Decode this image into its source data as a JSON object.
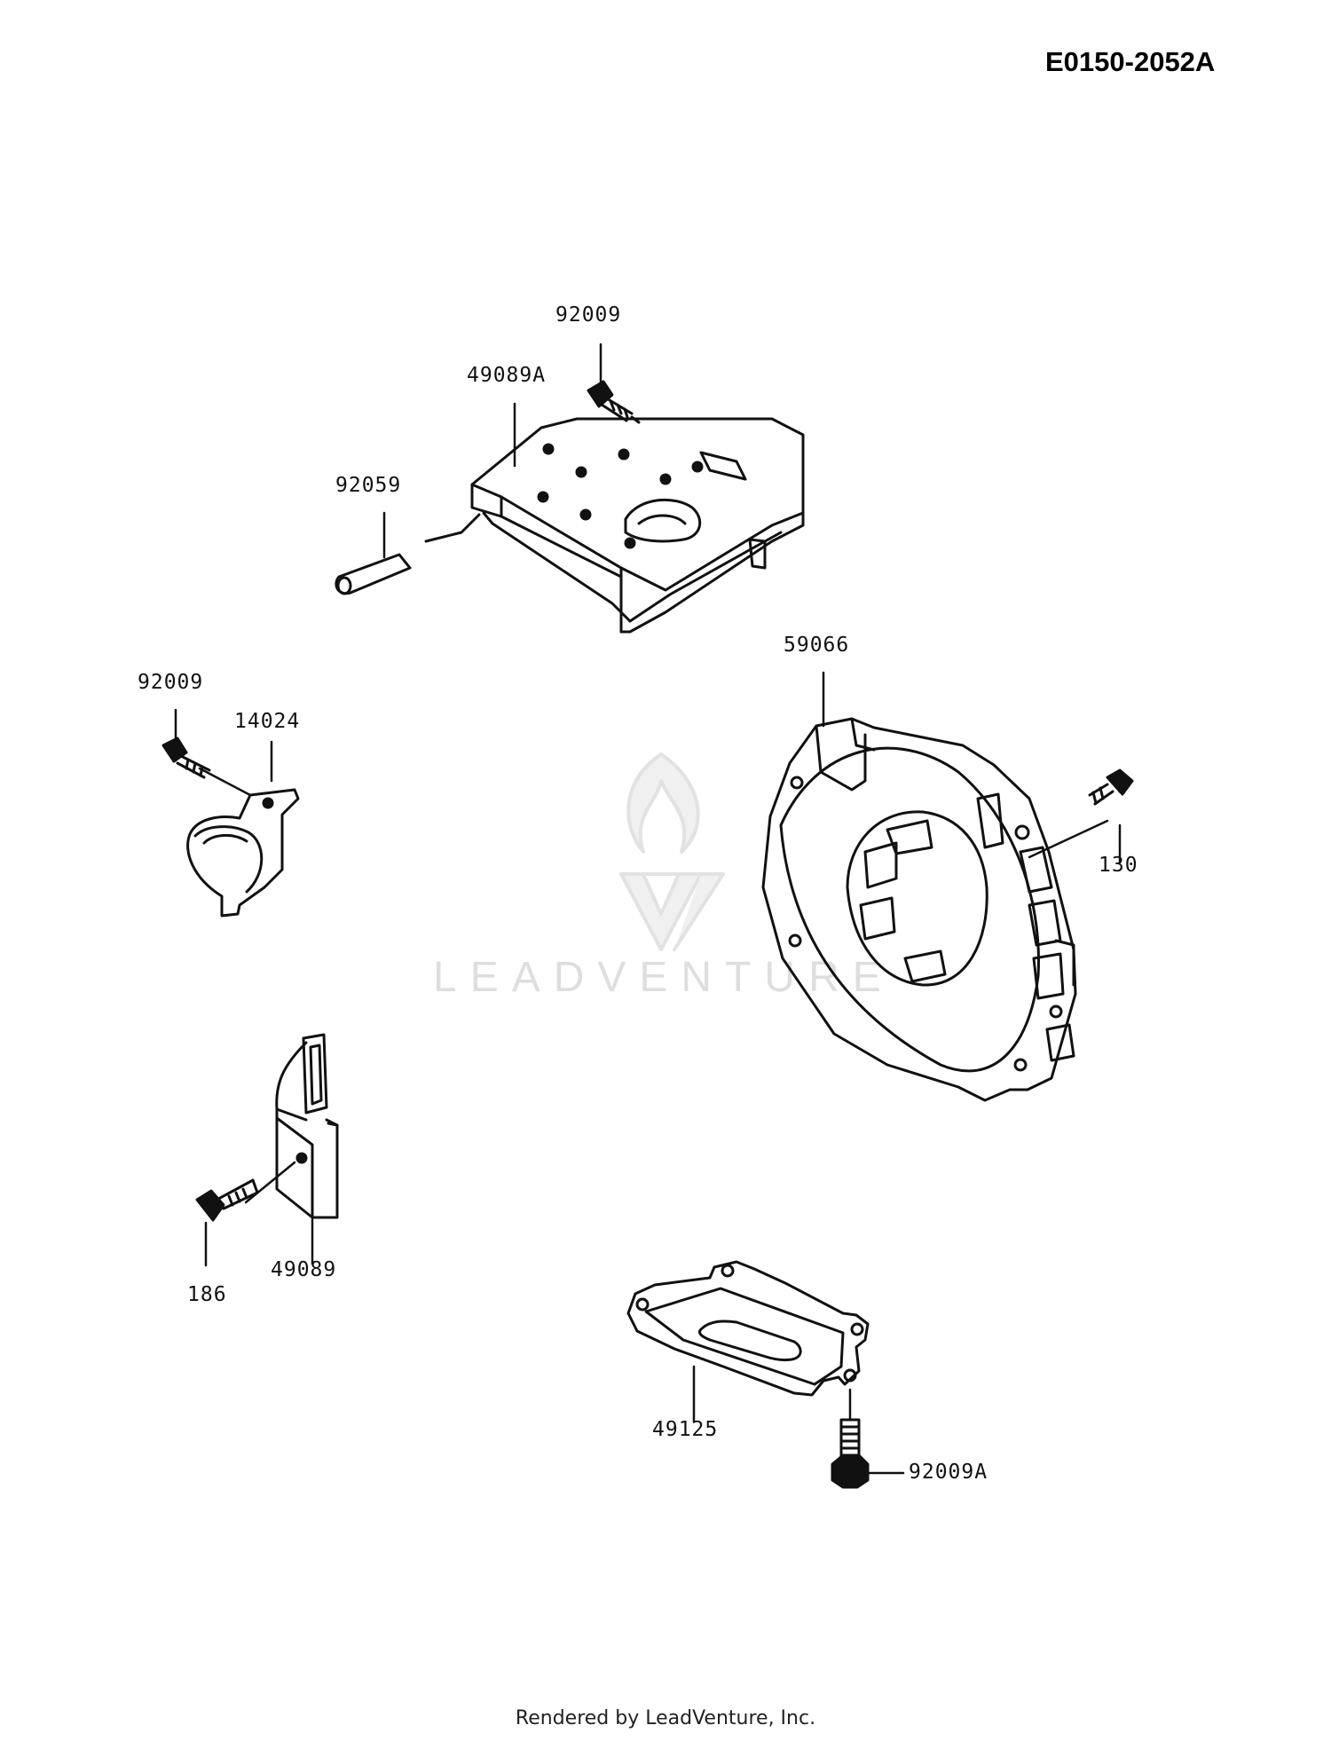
{
  "document_code": "E0150-2052A",
  "footer": "Rendered by LeadVenture, Inc.",
  "watermark": "LEADVENTURE",
  "callouts": {
    "p92009_top": "92009",
    "p49089A": "49089A",
    "p92059": "92059",
    "p59066": "59066",
    "p92009_left": "92009",
    "p14024": "14024",
    "p130": "130",
    "p186": "186",
    "p49089": "49089",
    "p49125": "49125",
    "p92009A": "92009A"
  }
}
